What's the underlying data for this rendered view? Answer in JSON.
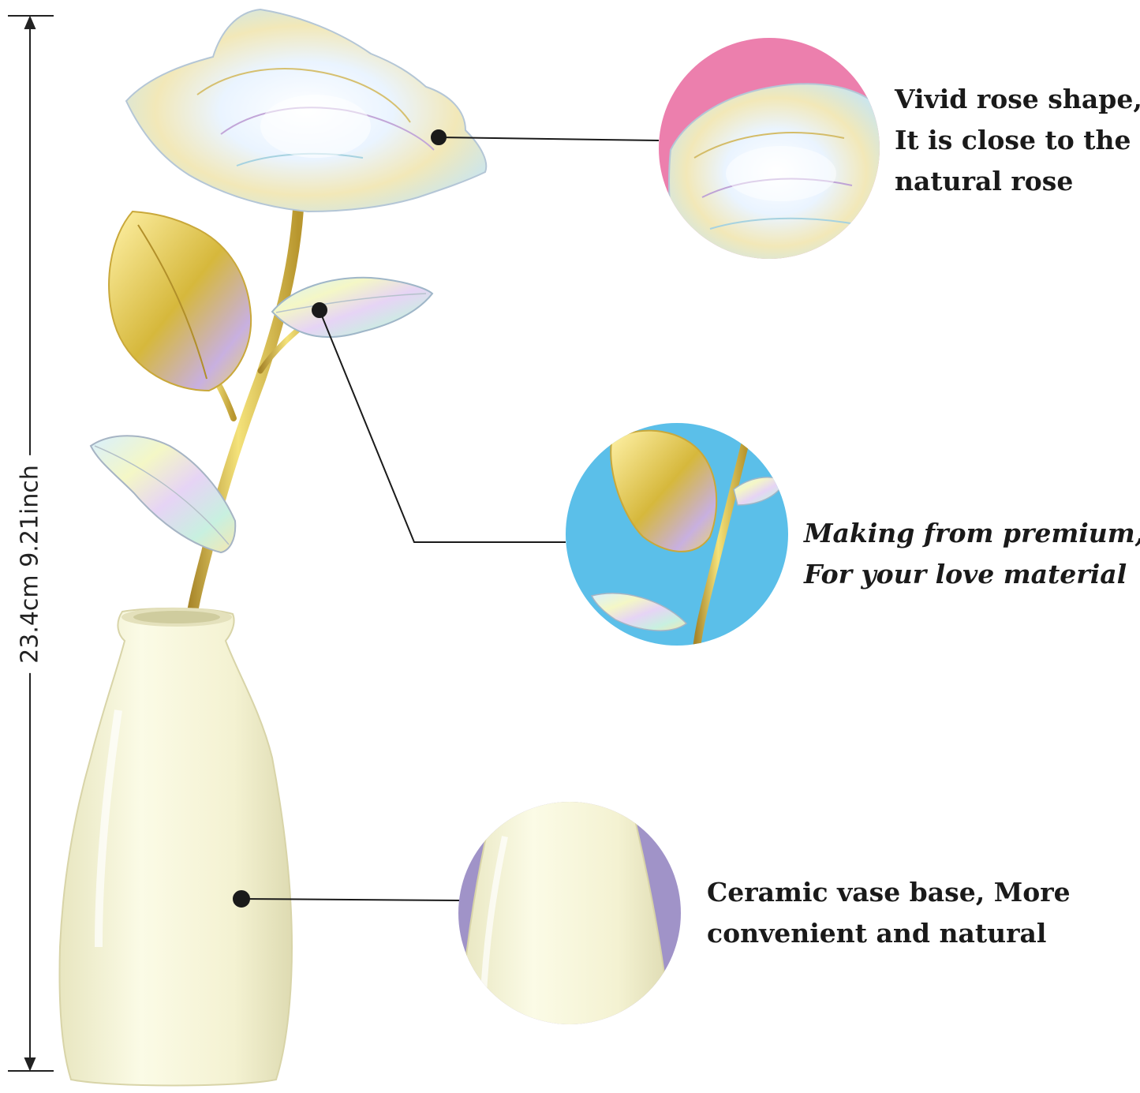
{
  "dimension": {
    "label": "23.4cm 9.21inch"
  },
  "callouts": [
    {
      "id": "rose-head",
      "lines": [
        "Vivid rose shape,",
        "It is close to the",
        "natural rose"
      ],
      "circle_background": "#ec7fad"
    },
    {
      "id": "material",
      "lines": [
        "Making from premium,",
        "For your love material"
      ],
      "circle_background": "#5bbfe9"
    },
    {
      "id": "vase",
      "lines": [
        "Ceramic vase base, More",
        "convenient and natural"
      ],
      "circle_background": "#a093c8"
    }
  ],
  "colors": {
    "vase": "#f6f5d8",
    "stem_gold": "#d4b438",
    "iridescent_petal": "#e8ecf6",
    "leader_line": "#1a1a1a"
  },
  "icons": [
    "rose-head-icon",
    "gold-leaf-icon",
    "iridescent-leaf-icon",
    "ceramic-vase-icon"
  ]
}
